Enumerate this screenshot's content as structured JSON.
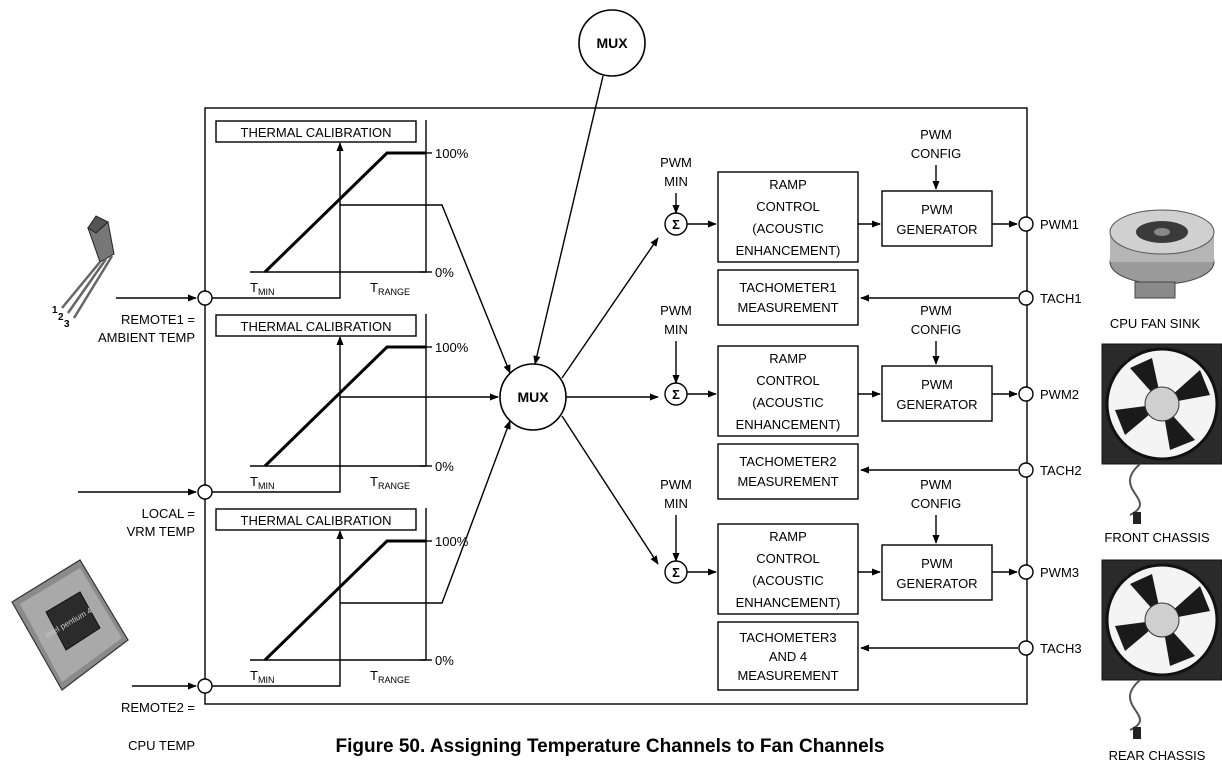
{
  "figure": {
    "caption": "Figure 50. Assigning Temperature Channels to Fan Channels"
  },
  "mux_external": "MUX",
  "mux_central": "MUX",
  "thermal_calibration": {
    "title": "THERMAL CALIBRATION",
    "y_max": "100%",
    "y_min": "0%",
    "t_min": "T",
    "t_min_sub": "MIN",
    "t_range": "T",
    "t_range_sub": "RANGE"
  },
  "inputs": [
    {
      "line1": "REMOTE1 =",
      "line2": "AMBIENT TEMP"
    },
    {
      "line1": "LOCAL =",
      "line2": "VRM TEMP"
    },
    {
      "line1": "REMOTE2 =",
      "line2": "CPU TEMP"
    }
  ],
  "sensor_pins": [
    "1",
    "2",
    "3"
  ],
  "summer_symbol": "Σ",
  "pwm_min": {
    "line1": "PWM",
    "line2": "MIN"
  },
  "pwm_config": {
    "line1": "PWM",
    "line2": "CONFIG"
  },
  "ramp_control": [
    "RAMP",
    "CONTROL",
    "(ACOUSTIC",
    "ENHANCEMENT)"
  ],
  "pwm_generator": [
    "PWM",
    "GENERATOR"
  ],
  "tachometers": [
    [
      "TACHOMETER1",
      "MEASUREMENT"
    ],
    [
      "TACHOMETER2",
      "MEASUREMENT"
    ],
    [
      "TACHOMETER3",
      "AND 4",
      "MEASUREMENT"
    ]
  ],
  "outputs": [
    {
      "pwm": "PWM1",
      "tach": "TACH1",
      "fan": "CPU FAN SINK"
    },
    {
      "pwm": "PWM2",
      "tach": "TACH2",
      "fan": "FRONT CHASSIS"
    },
    {
      "pwm": "PWM3",
      "tach": "TACH3",
      "fan": "REAR CHASSIS"
    }
  ],
  "cpu_chip_logo": "intel pentium 4"
}
